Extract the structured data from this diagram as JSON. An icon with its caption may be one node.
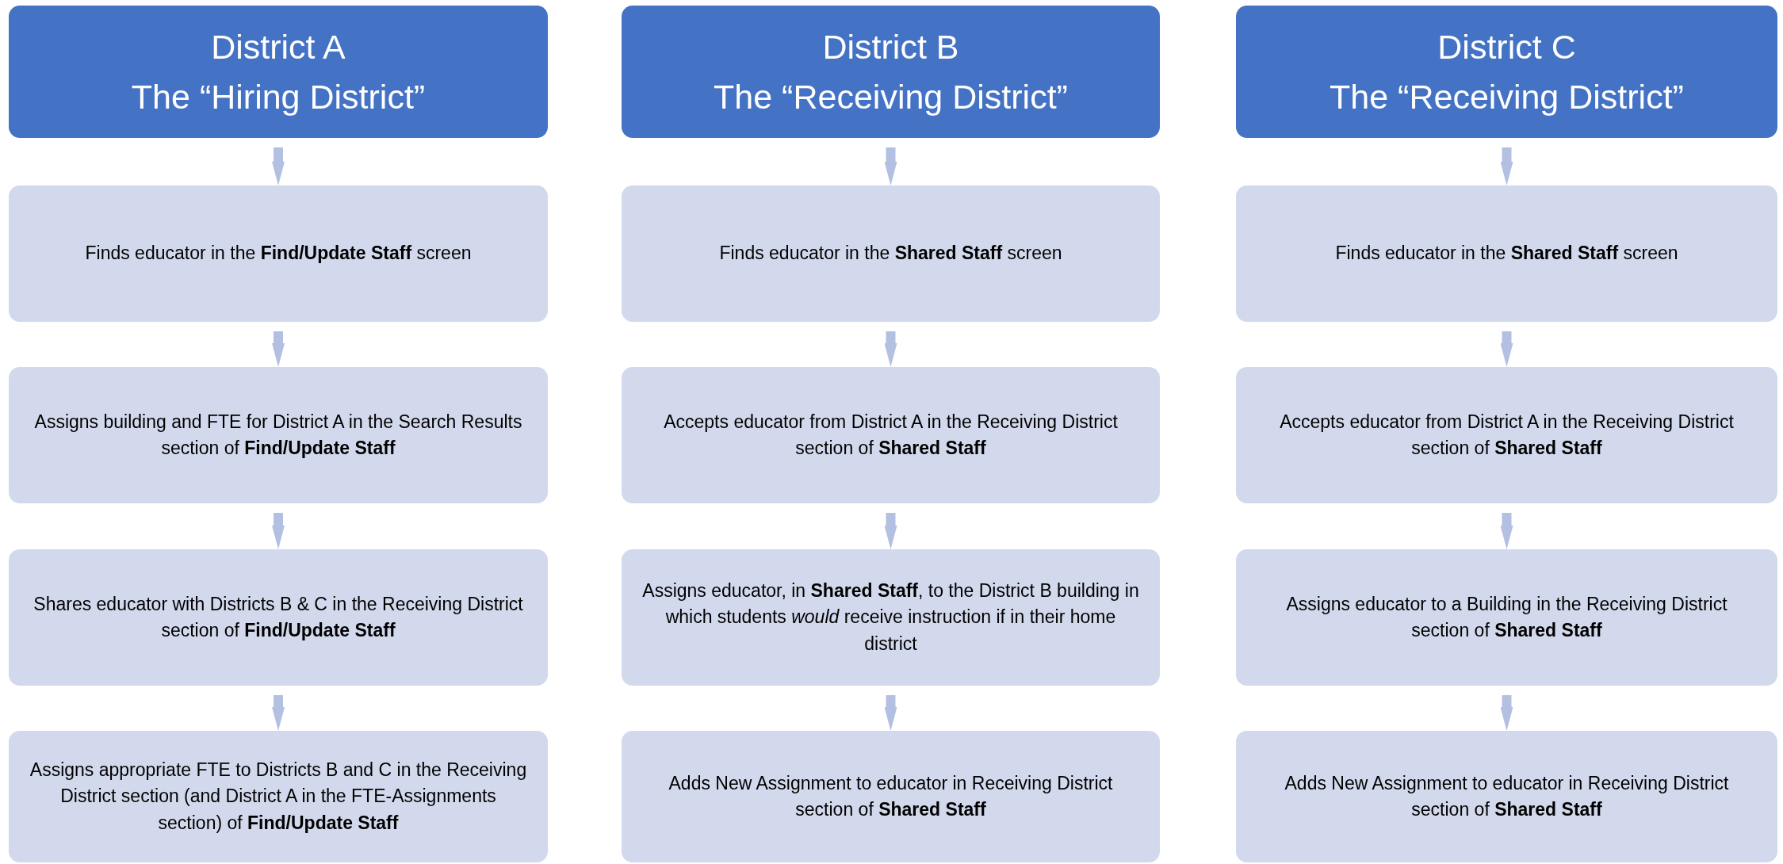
{
  "diagram": {
    "nodes": [
      {
        "text": [
          "District A",
          "The “Hiring District”"
        ]
      },
      {
        "text": [
          "Finds educator in the **Find/Update Staff** screen"
        ]
      },
      {
        "text": [
          "Assigns building and FTE for District A in the Search Results section of **Find/Update Staff**"
        ]
      },
      {
        "text": [
          "Shares educator with Districts B & C in the Receiving District section of **Find/Update Staff**"
        ]
      },
      {
        "text": [
          "Assigns appropriate FTE to Districts B and C in the Receiving District section (and District A in the FTE-Assignments section) of **Find/Update Staff**"
        ]
      },
      {
        "text": [
          "District B",
          "The “Receiving District”"
        ]
      },
      {
        "text": [
          "Finds educator in the **Shared Staff** screen"
        ]
      },
      {
        "text": [
          "Accepts educator from District A in the Receiving District section of **Shared Staff**"
        ]
      },
      {
        "text": [
          "Assigns educator, in **Shared Staff**, to the District B building in which students *would* receive instruction if in their home district"
        ]
      },
      {
        "text": [
          "Adds New Assignment to educator in Receiving District section of **Shared Staff**"
        ]
      },
      {
        "text": [
          "District C",
          "The “Receiving District”"
        ]
      },
      {
        "text": [
          "Finds educator in the **Shared Staff** screen"
        ]
      },
      {
        "text": [
          "Accepts educator from District A in the Receiving District section of **Shared Staff**"
        ]
      },
      {
        "text": [
          "Assigns educator to a Building in the Receiving District section of **Shared Staff**"
        ]
      },
      {
        "text": [
          "Adds New Assignment to educator in Receiving District section of **Shared Staff**"
        ]
      }
    ],
    "edges": [
      {
        "from": 0,
        "to": 1,
        "arrow": "to"
      },
      {
        "from": 1,
        "to": 2,
        "arrow": "to"
      },
      {
        "from": 2,
        "to": 3,
        "arrow": "to"
      },
      {
        "from": 3,
        "to": 4,
        "arrow": "to"
      },
      {
        "from": 5,
        "to": 6,
        "arrow": "to"
      },
      {
        "from": 6,
        "to": 7,
        "arrow": "to"
      },
      {
        "from": 7,
        "to": 8,
        "arrow": "to"
      },
      {
        "from": 8,
        "to": 9,
        "arrow": "to"
      },
      {
        "from": 10,
        "to": 11,
        "arrow": "to"
      },
      {
        "from": 11,
        "to": 12,
        "arrow": "to"
      },
      {
        "from": 12,
        "to": 13,
        "arrow": "to"
      },
      {
        "from": 13,
        "to": 14,
        "arrow": "to"
      }
    ]
  }
}
